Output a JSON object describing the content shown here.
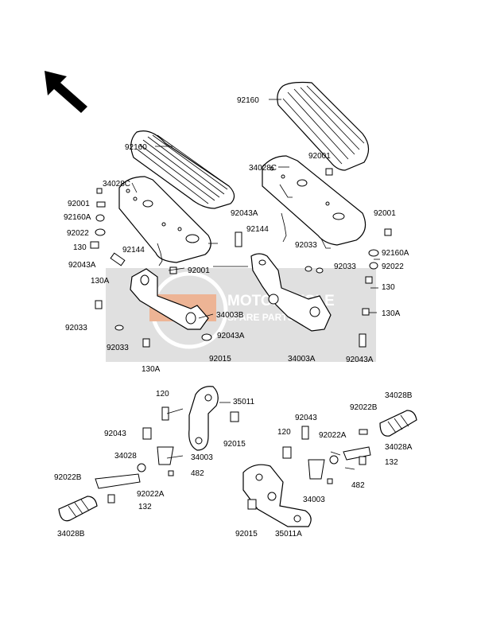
{
  "labels": {
    "l1": "92160",
    "l2": "92160",
    "l3": "34028C",
    "l4": "34028C",
    "l5": "92001",
    "l6": "92001",
    "l7": "92001",
    "l8": "92001",
    "l9": "92160A",
    "l10": "92160A",
    "l11": "92022",
    "l12": "92022",
    "l13": "130",
    "l14": "130",
    "l15": "92144",
    "l16": "92144",
    "l17": "92043A",
    "l18": "92043A",
    "l19": "92043A",
    "l20": "92043A",
    "l21": "130A",
    "l22": "130A",
    "l23": "130A",
    "l24": "92033",
    "l25": "92033",
    "l26": "92033",
    "l27": "92033",
    "l28": "34003B",
    "l29": "92015",
    "l30": "34003A",
    "l31": "120",
    "l32": "35011",
    "l33": "92043",
    "l34": "92015",
    "l35": "34028",
    "l36": "34003",
    "l37": "482",
    "l38": "92022B",
    "l39": "92022A",
    "l40": "132",
    "l41": "34028B",
    "l42": "92043",
    "l43": "120",
    "l44": "92022A",
    "l45": "92022B",
    "l46": "34028B",
    "l47": "34028A",
    "l48": "132",
    "l49": "482",
    "l50": "34003",
    "l51": "92015",
    "l52": "35011A"
  },
  "watermark": {
    "brand_line1": "MOTORCYCLE",
    "brand_line2": "SPARE PARTS",
    "color": "#e07840"
  },
  "icons": {
    "direction": "front-arrow-icon"
  }
}
